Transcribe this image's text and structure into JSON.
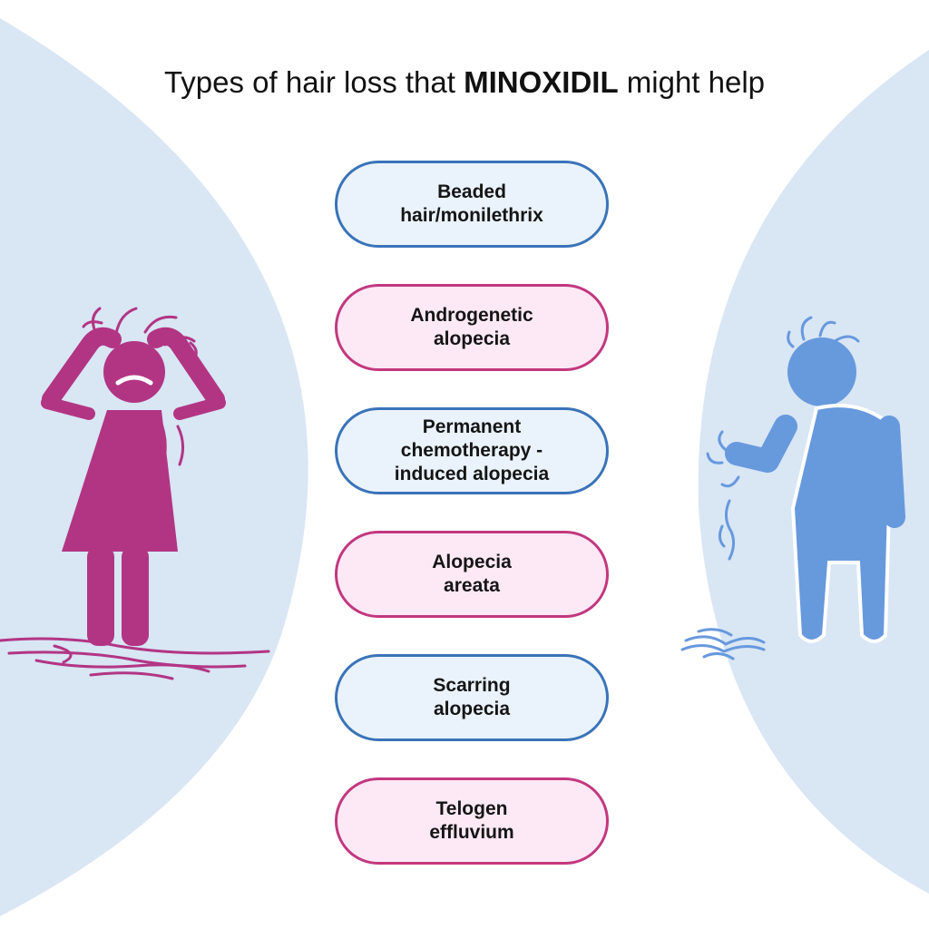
{
  "title": {
    "before": "Types of hair loss that ",
    "emphasis": "MINOXIDIL",
    "after": " might help"
  },
  "colors": {
    "panel_bg": "#d9e6f4",
    "woman_figure": "#b23584",
    "man_figure": "#6799dd",
    "blue_border": "#3a73b8",
    "blue_fill": "#eaf3fc",
    "pink_border": "#c2387f",
    "pink_fill": "#fde9f5"
  },
  "hair_loss_types": [
    {
      "label": "Beaded\nhair/monilethrix",
      "style": "blue"
    },
    {
      "label": "Androgenetic\nalopecia",
      "style": "pink"
    },
    {
      "label": "Permanent\nchemotherapy -\ninduced alopecia",
      "style": "blue"
    },
    {
      "label": "Alopecia\nareata",
      "style": "pink"
    },
    {
      "label": "Scarring\nalopecia",
      "style": "blue"
    },
    {
      "label": "Telogen\neffluvium",
      "style": "pink"
    }
  ],
  "illustrations": {
    "left": "woman-pulling-hair-icon",
    "right": "man-losing-hair-icon"
  }
}
